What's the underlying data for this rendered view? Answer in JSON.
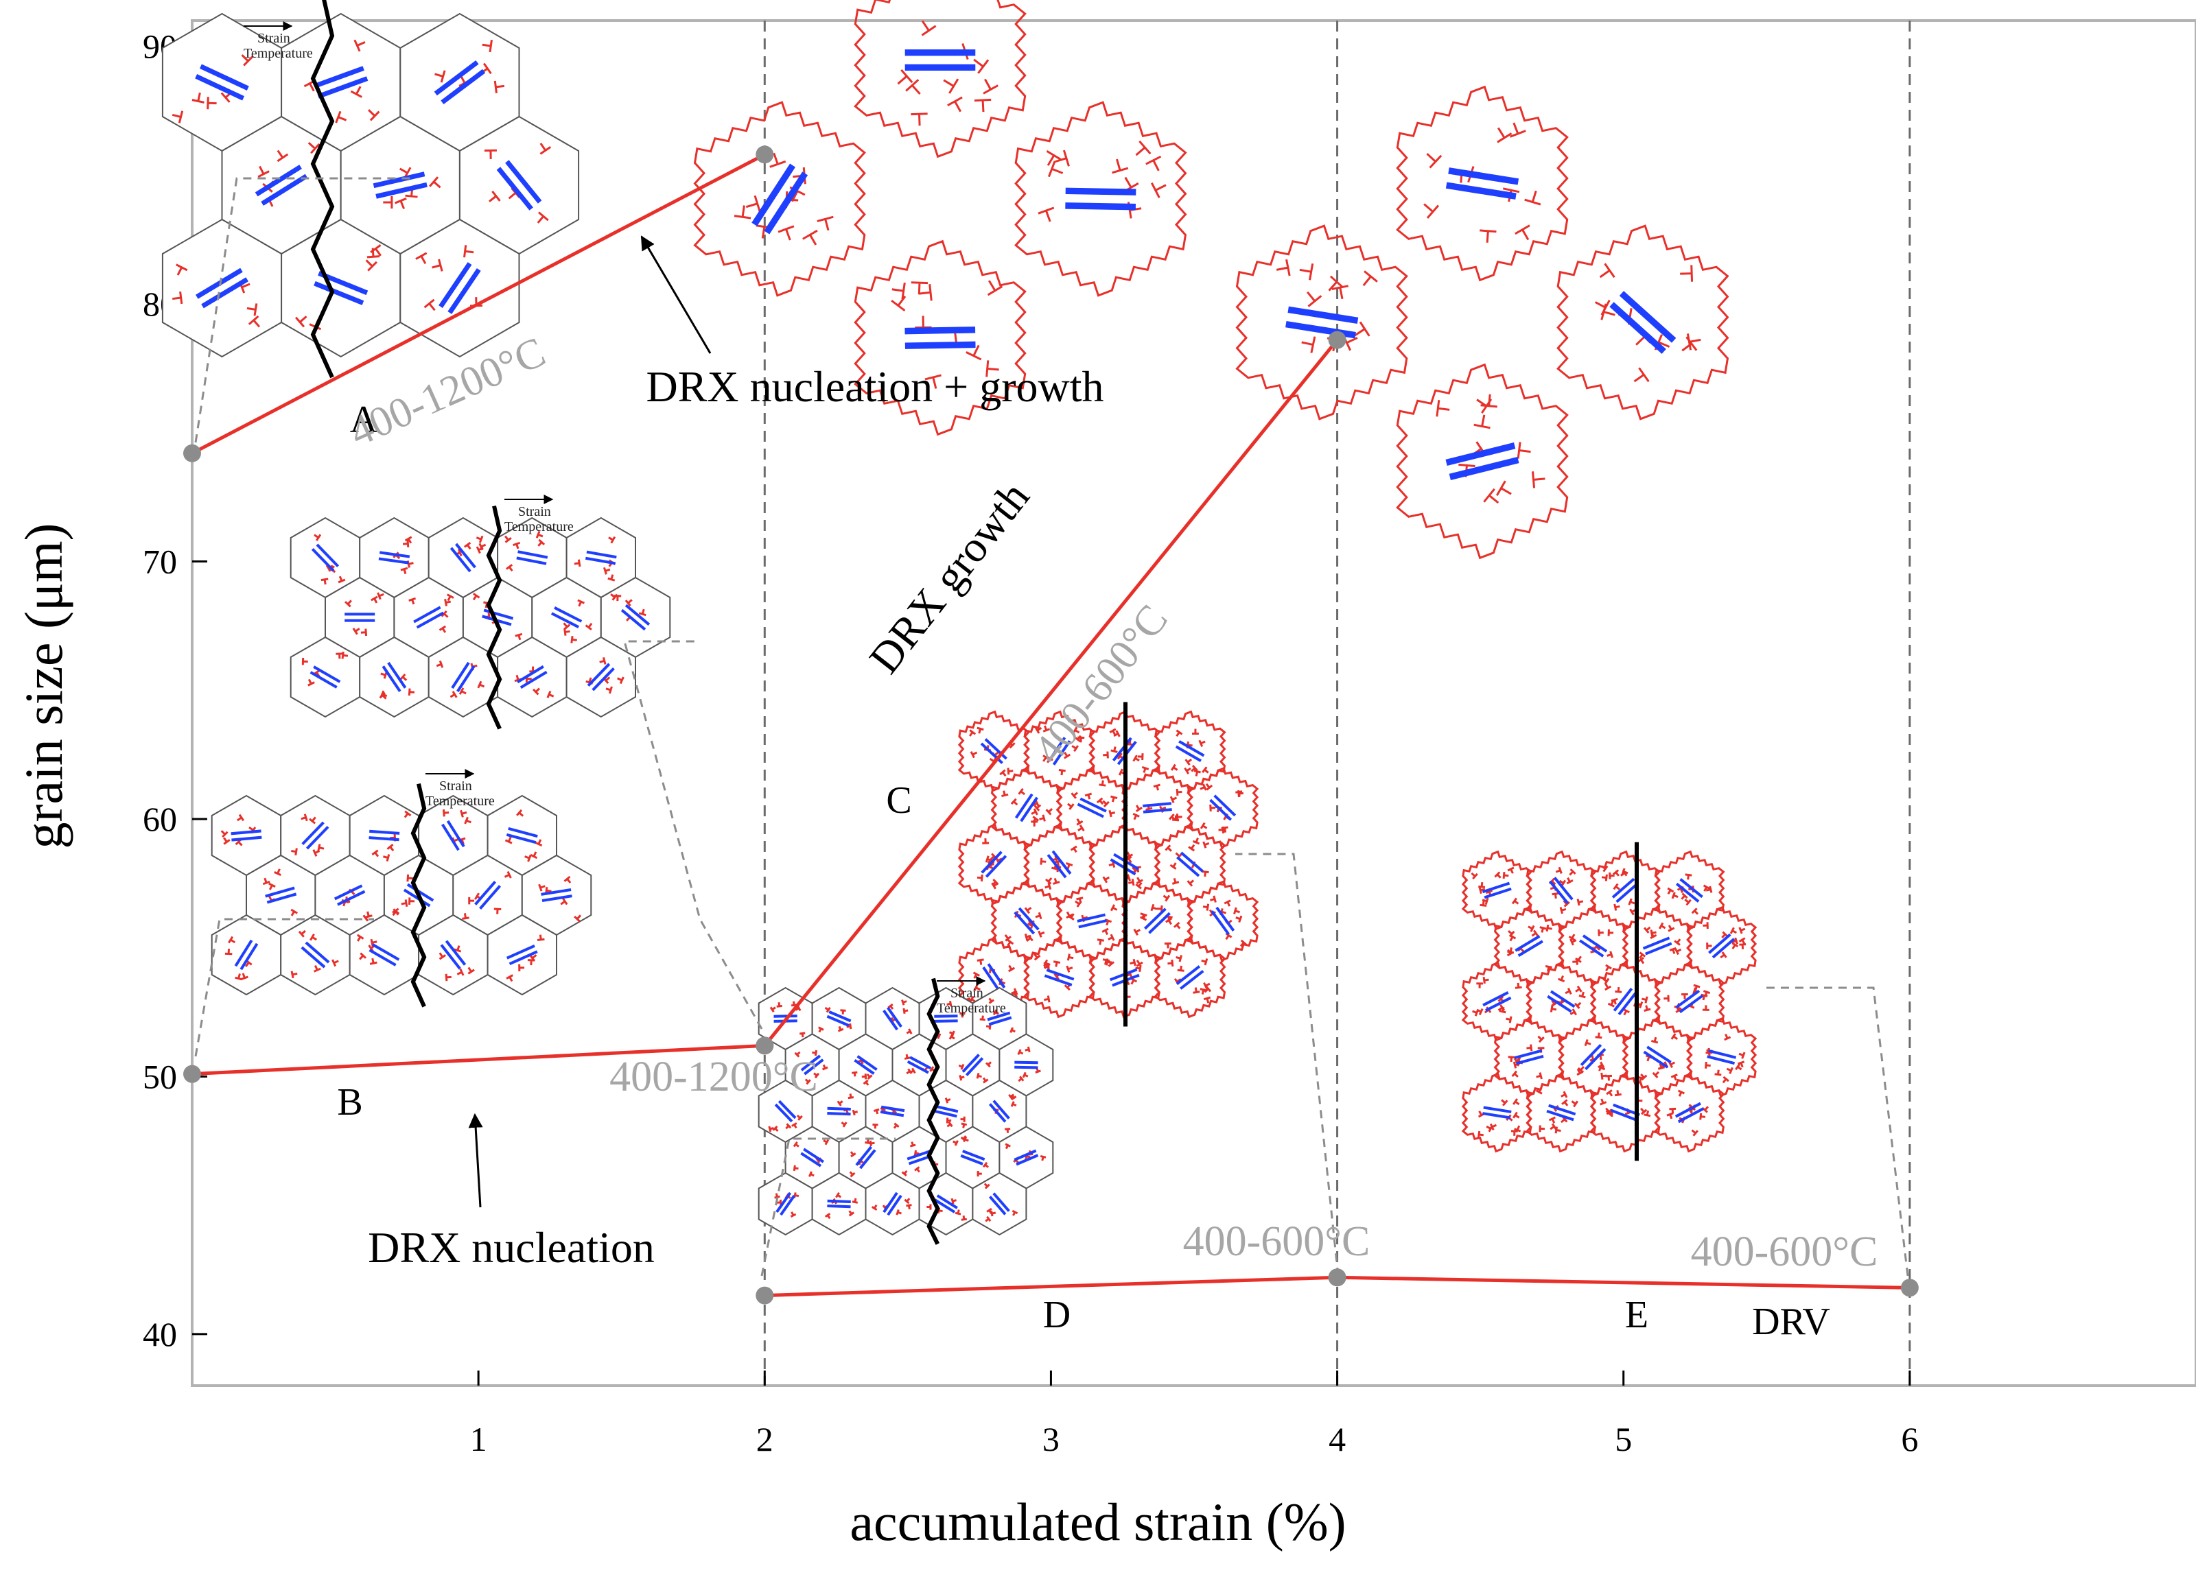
{
  "chart_data": {
    "type": "line",
    "xlabel": "accumulated strain (%)",
    "ylabel": "grain size (μm)",
    "xlim": [
      0,
      7
    ],
    "ylim": [
      38,
      91
    ],
    "x_ticks": [
      1,
      2,
      3,
      4,
      5,
      6
    ],
    "y_ticks": [
      40,
      50,
      60,
      70,
      80,
      90
    ],
    "vertical_dashed_lines_at_x": [
      2,
      4,
      6
    ],
    "line_color": "#e8302a",
    "marker_color": "#8c8c8c",
    "temperature_color": "#a6a6a6",
    "dislocation_color": "#e8302a",
    "twin_color": "#1f3fff",
    "series": [
      {
        "label": "A",
        "temperature": "400-1200°C",
        "x": [
          0,
          2
        ],
        "y": [
          74.2,
          85.8
        ]
      },
      {
        "label": "B",
        "temperature": "400-1200°C",
        "x": [
          0,
          2
        ],
        "y": [
          50.1,
          51.2
        ]
      },
      {
        "label": "C",
        "temperature": "400-600°C",
        "x": [
          2,
          4
        ],
        "y": [
          51.2,
          78.6
        ]
      },
      {
        "label": "D",
        "temperature": "400-600°C",
        "x": [
          2,
          4
        ],
        "y": [
          41.5,
          42.2
        ]
      },
      {
        "label": "E",
        "temperature": "400-600°C",
        "x": [
          4,
          6
        ],
        "y": [
          42.2,
          41.8
        ]
      }
    ],
    "annotations": [
      {
        "text": "DRX nucleation + growth"
      },
      {
        "text": "DRX growth"
      },
      {
        "text": "DRX nucleation"
      },
      {
        "text": "DRV"
      }
    ],
    "inset_labels": {
      "strain": "Strain",
      "temperature": "Temperature"
    }
  }
}
